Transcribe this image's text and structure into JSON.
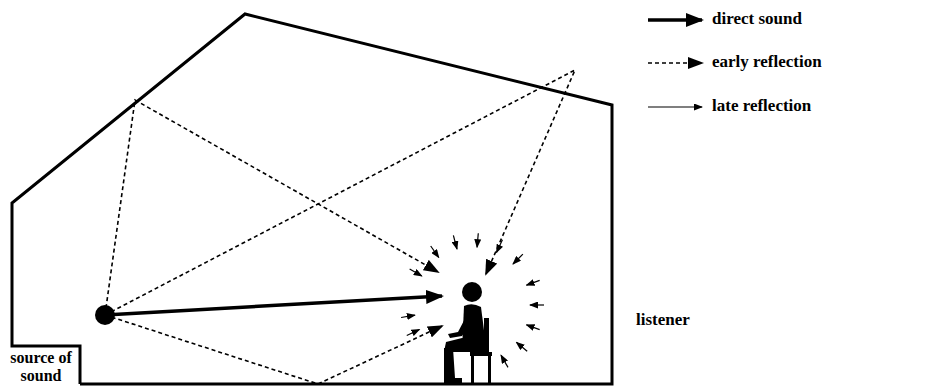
{
  "diagram": {
    "labels": [
      "source of sound",
      "listener"
    ],
    "legend": [
      {
        "text": "direct sound"
      },
      {
        "text": "early reflection"
      },
      {
        "text": "late reflection"
      }
    ]
  }
}
